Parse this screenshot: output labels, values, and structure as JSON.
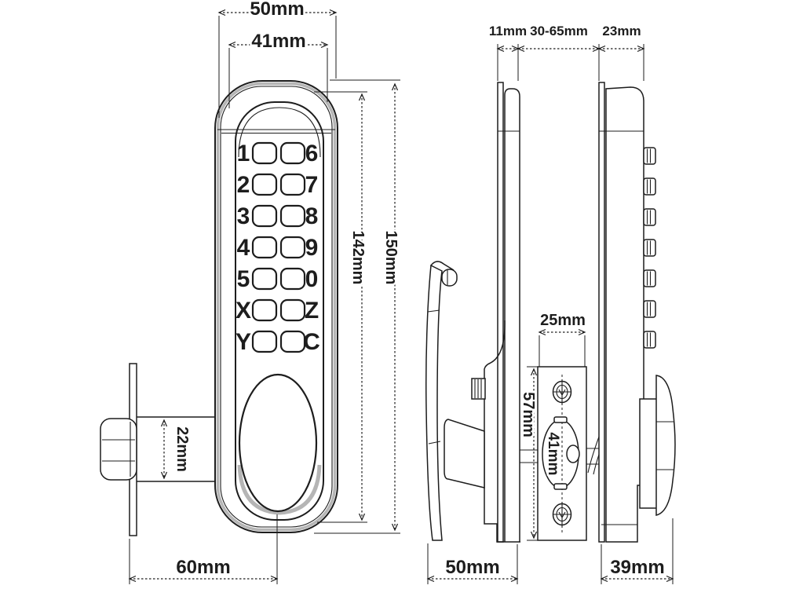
{
  "diagram": {
    "front": {
      "dim_width_outer": "50mm",
      "dim_width_inner": "41mm",
      "dim_height_inner": "142mm",
      "dim_height_outer": "150mm",
      "dim_spindle_height": "22mm",
      "dim_backset": "60mm",
      "keypad_left": [
        "1",
        "2",
        "3",
        "4",
        "5",
        "X",
        "Y"
      ],
      "keypad_right": [
        "6",
        "7",
        "8",
        "9",
        "0",
        "Z",
        "C"
      ]
    },
    "side": {
      "dim_inside_unit_depth": "11mm",
      "dim_door_thickness": "30-65mm",
      "dim_outside_unit_depth": "23mm",
      "dim_plate_width": "25mm",
      "dim_plate_height": "57mm",
      "dim_cutout_height": "41mm",
      "dim_inside_total_depth": "50mm",
      "dim_outside_total_depth": "39mm"
    },
    "colors": {
      "line": "#1d1d1d",
      "shade": "#b5b5b5",
      "background": "#ffffff"
    }
  }
}
